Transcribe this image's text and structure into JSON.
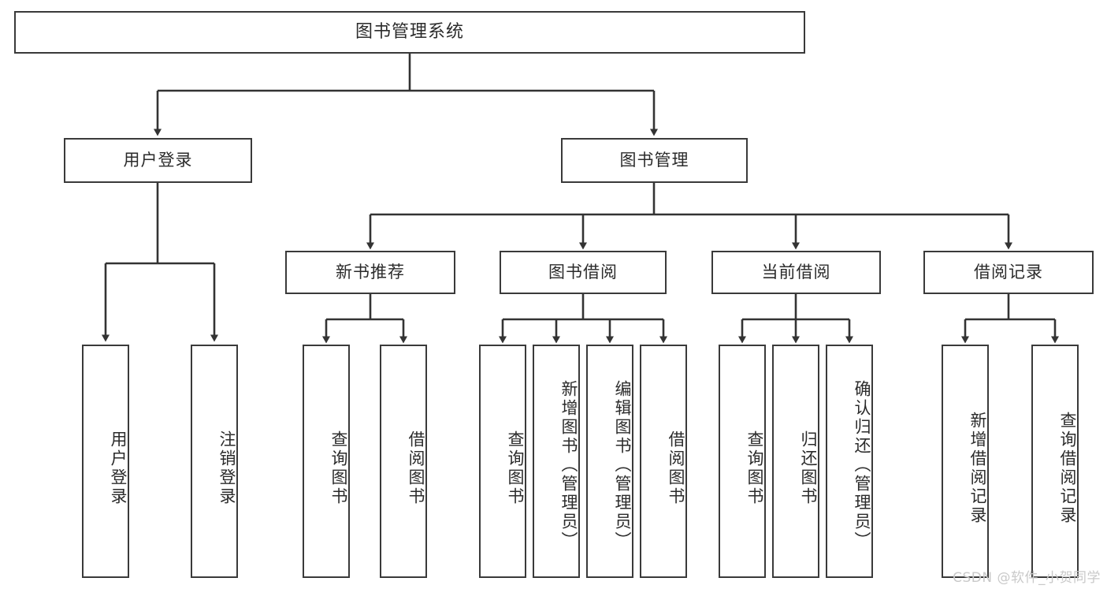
{
  "diagram": {
    "title": "图书管理系统",
    "type": "tree-hierarchy",
    "root": {
      "label": "图书管理系统"
    },
    "level1": [
      {
        "id": "user-login",
        "label": "用户登录"
      },
      {
        "id": "book-management",
        "label": "图书管理"
      }
    ],
    "level2": [
      {
        "id": "new-book-recommend",
        "label": "新书推荐",
        "parent": "book-management"
      },
      {
        "id": "book-borrow",
        "label": "图书借阅",
        "parent": "book-management"
      },
      {
        "id": "current-borrow",
        "label": "当前借阅",
        "parent": "book-management"
      },
      {
        "id": "borrow-record",
        "label": "借阅记录",
        "parent": "book-management"
      }
    ],
    "leaves": {
      "user_login": [
        {
          "id": "leaf-user-login",
          "label": "用户登录"
        },
        {
          "id": "leaf-logout",
          "label": "注销登录"
        }
      ],
      "new_book_recommend": [
        {
          "id": "leaf-query-book-1",
          "label": "查询图书"
        },
        {
          "id": "leaf-borrow-book-1",
          "label": "借阅图书"
        }
      ],
      "book_borrow": [
        {
          "id": "leaf-query-book-2",
          "label": "查询图书"
        },
        {
          "id": "leaf-add-book",
          "label": "新增图书（管理员）"
        },
        {
          "id": "leaf-edit-book",
          "label": "编辑图书（管理员）"
        },
        {
          "id": "leaf-borrow-book-2",
          "label": "借阅图书"
        }
      ],
      "current_borrow": [
        {
          "id": "leaf-query-book-3",
          "label": "查询图书"
        },
        {
          "id": "leaf-return-book",
          "label": "归还图书"
        },
        {
          "id": "leaf-confirm-return",
          "label": "确认归还（管理员）"
        }
      ],
      "borrow_record": [
        {
          "id": "leaf-add-record",
          "label": "新增借阅记录"
        },
        {
          "id": "leaf-query-record",
          "label": "查询借阅记录"
        }
      ]
    }
  },
  "watermark": {
    "text": "CSDN @软件_小贺同学"
  }
}
